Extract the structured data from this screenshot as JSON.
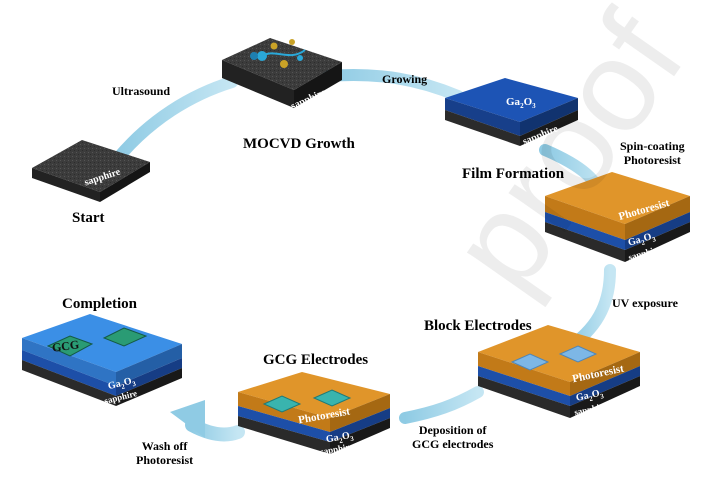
{
  "stages": {
    "start": "Start",
    "mocvd": "MOCVD Growth",
    "film": "Film Formation",
    "block": "Block Electrodes",
    "gcg": "GCG Electrodes",
    "completion": "Completion"
  },
  "steps": {
    "ultrasound": "Ultrasound",
    "growing": "Growing",
    "spin_line1": "Spin-coating",
    "spin_line2": "Photoresist",
    "uv": "UV exposure",
    "dep_line1": "Deposition of",
    "dep_line2": "GCG electrodes",
    "wash_line1": "Wash off",
    "wash_line2": "Photoresist"
  },
  "layers": {
    "sapphire": "sapphire",
    "ga2o3_base": "Ga",
    "ga2o3_sub1": "2",
    "ga2o3_mid": "O",
    "ga2o3_sub2": "3",
    "photoresist": "Photoresist",
    "gcg": "GCG"
  },
  "watermark": "proof",
  "colors": {
    "arrow": "#a7d6ea",
    "sapphire_top": "#3a3a3a",
    "ga2o3": "#1f56b8",
    "photoresist": "#e59a22",
    "electrode": "#3bb5b0",
    "completion_top": "#3a8ee6"
  }
}
